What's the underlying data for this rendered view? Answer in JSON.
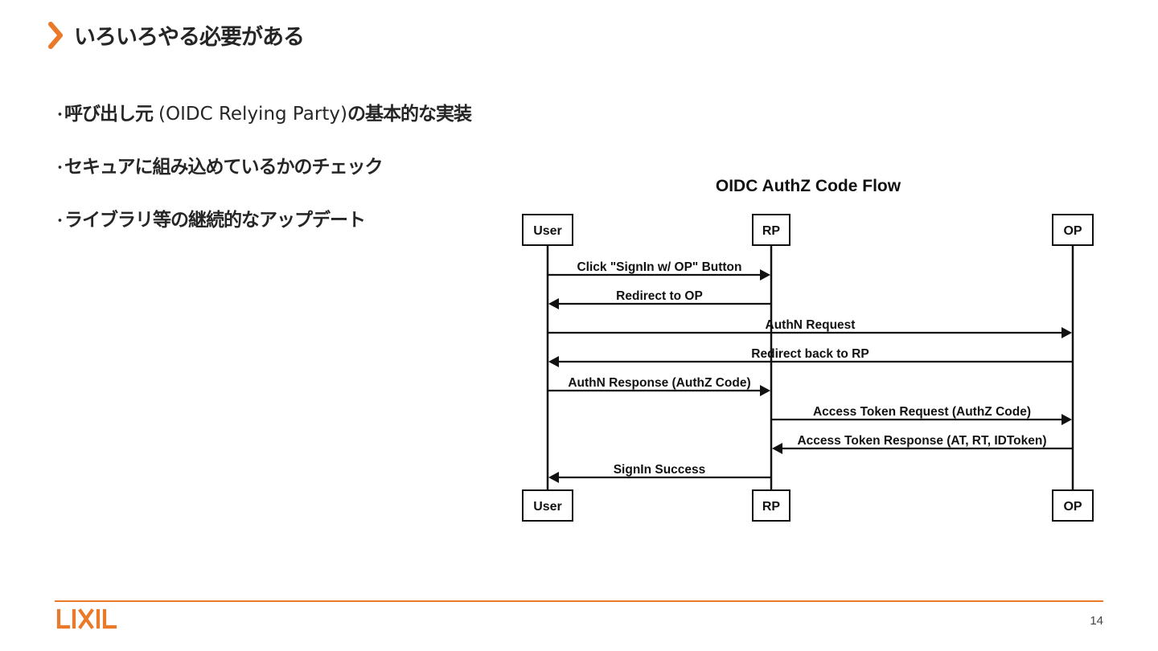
{
  "slide": {
    "title": "いろいろやる必要がある",
    "accent_color": "#ea7a2a",
    "chevron_icon": "chevron-right-icon",
    "page_number": "14",
    "logo_text": "LIXIL"
  },
  "bullets": [
    {
      "marker": "･",
      "parts": [
        {
          "text": "呼び出し元 ",
          "en": false
        },
        {
          "text": "(OIDC Relying Party)",
          "en": true
        },
        {
          "text": "の基本的な実装",
          "en": false
        }
      ]
    },
    {
      "marker": "･",
      "parts": [
        {
          "text": "セキュアに組み込めているかのチェック",
          "en": false
        }
      ]
    },
    {
      "marker": "･",
      "parts": [
        {
          "text": "ライブラリ等の継続的なアップデート",
          "en": false
        }
      ]
    }
  ],
  "diagram": {
    "title": "OIDC AuthZ Code Flow",
    "participants": [
      "User",
      "RP",
      "OP"
    ],
    "messages": [
      {
        "from": 0,
        "to": 1,
        "label": "Click \"SignIn w/ OP\" Button"
      },
      {
        "from": 1,
        "to": 0,
        "label": "Redirect to OP"
      },
      {
        "from": 0,
        "to": 2,
        "label": "AuthN Request"
      },
      {
        "from": 2,
        "to": 0,
        "label": "Redirect back to RP"
      },
      {
        "from": 0,
        "to": 1,
        "label": "AuthN Response (AuthZ Code)"
      },
      {
        "from": 1,
        "to": 2,
        "label": "Access Token Request (AuthZ Code)"
      },
      {
        "from": 2,
        "to": 1,
        "label": "Access Token Response (AT, RT, IDToken)"
      },
      {
        "from": 1,
        "to": 0,
        "label": "SignIn Success"
      }
    ]
  }
}
